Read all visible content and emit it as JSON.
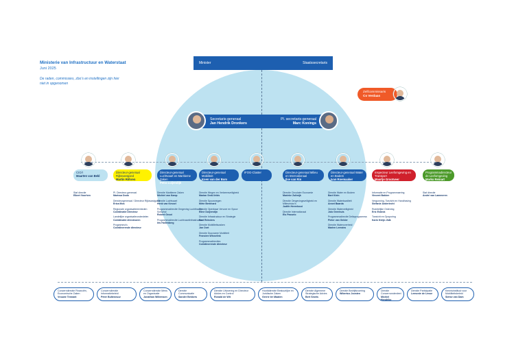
{
  "header": {
    "title": "Ministerie van Infrastructuur en Waterstaat",
    "date": "Juni 2025",
    "note": "De raden, commissies, zbo’s en instellingen zijn hier niet in opgenomen"
  },
  "top": {
    "left": "Minister",
    "right": "Staatssecretaris"
  },
  "secretaries": {
    "sg": {
      "role": "Secretaris-generaal",
      "name": "Jan Hendrik Dronkers"
    },
    "psg": {
      "role": "Pl. secretaris-generaal",
      "name": "Marc Konings"
    }
  },
  "toezicht": {
    "role": "Zelfcommissaris",
    "name": "Co Verdaas"
  },
  "departments": [
    {
      "role": "CIO/I",
      "name": "Maarten van Bekl",
      "color": "lightblue"
    },
    {
      "role": "Directeur-generaal Rijksvastgoed",
      "name": "Martin Röhren",
      "color": "yellow"
    },
    {
      "role": "Directeur-generaal Luchtvaart en Maritieme Zaken",
      "name": "Petra Luijendijk",
      "color": "blue"
    },
    {
      "role": "Directeur-generaal Mobiliteit",
      "name": "Koen van der Bom",
      "color": "blue"
    },
    {
      "role": "IFOG-Cluster",
      "name": "",
      "color": "blue"
    },
    {
      "role": "Directeur-generaal Milieu en Internationaal",
      "name": "Ilse van Rin",
      "color": "blue"
    },
    {
      "role": "Directeur-generaal Water en Bodem",
      "name": "Ivan Roemaaker",
      "color": "blue"
    },
    {
      "role": "Inspecteur Leefomgeving en Transport",
      "name": "Maartje Grootveer",
      "color": "red"
    },
    {
      "role": "Programmadirecteur de Leefomgeving",
      "name": "Marko Reinart",
      "color": "green"
    }
  ],
  "subunits": [
    [
      {
        "role": "Staf directie",
        "name": "Elbert Voorhen"
      }
    ],
    [
      {
        "role": "Pl. Directeur-generaal",
        "name": "Marissa Dodo"
      },
      {
        "role": "Directeurgeneraal / Directeur Rijksvastgoed",
        "name": "Erica Mos"
      },
      {
        "role": "Regionale organisatieeenheden",
        "name": "Coördinatie Directeur"
      },
      {
        "role": "Landelijke organisatieonderdelen",
        "name": "Coördinatie directeuren"
      },
      {
        "role": "Programma's",
        "name": "Coördinerende directeur"
      }
    ],
    [
      {
        "role": "Directie Maritieme Zaken",
        "name": "Michiel van Kamp"
      },
      {
        "role": "Directie Luchtvaart",
        "name": "Henk van Kessel"
      },
      {
        "role": "Programmadirectie Omgeving Luchthaven Schiphol",
        "name": "Robert Groot"
      },
      {
        "role": "Programmadirectie Luchtvaartinfrastructuur",
        "name": "Iris Hollenberg"
      }
    ],
    [
      {
        "role": "Directie Wegen en Verkeersveiligheid",
        "name": "Marian Smit-Velds"
      },
      {
        "role": "Directie Spoorwegen",
        "name": "Mirte Bernhard"
      },
      {
        "role": "Directie Openbaar Vervoer en Spoor",
        "name": "Eline Duijvestijn"
      },
      {
        "role": "Directie Infrastructuur en Strategie",
        "name": "Bart Reinders"
      },
      {
        "role": "Directie Mobiliteitszaken",
        "name": "Jan Oort"
      },
      {
        "role": "Directie Duurzame Mobiliteit",
        "name": "Francien Wisselink"
      },
      {
        "role": "Programmadirecties",
        "name": "Coördinerende directeur"
      }
    ],
    [],
    [
      {
        "role": "Directie Circulaire Economie",
        "name": "Marieke Zuilwijk"
      },
      {
        "role": "Directie Omgevingsveiligheid en Milieurisico's",
        "name": "Judith Heerebout"
      },
      {
        "role": "Directie Internationaal",
        "name": "Els Passelo"
      }
    ],
    [
      {
        "role": "Directie Water en Bodem",
        "name": "Bart Klein"
      },
      {
        "role": "Directie Waterkwaliteit",
        "name": "Annet Baarda"
      },
      {
        "role": "Directie Waterveiligheid",
        "name": "Jolo Grenhuis"
      },
      {
        "role": "Programmadirectie Deltaprogramma",
        "name": "Pieter van Gelder"
      },
      {
        "role": "Directie Wateroverheid",
        "name": "Marien Lemstra"
      }
    ],
    [
      {
        "role": "Informatie en Programmaering",
        "name": "Vincent Bakker"
      },
      {
        "role": "Vergunning, Toezicht en Handhaving",
        "name": "Stefanie Anderlecht"
      },
      {
        "role": "Ruimtelijke Ordening",
        "name": "Eric Esbrok"
      },
      {
        "role": "Toezicht en Opsporing",
        "name": "Karin Kleijn-Valk"
      }
    ],
    [
      {
        "role": "Staf directie",
        "name": "André van Lammeren"
      }
    ]
  ],
  "bottom": [
    {
      "role": "Concerndirectie Financiën, Economische Zaken",
      "name": "Vrouwe Tennant"
    },
    {
      "role": "Concerndirectie Informatiebeleid",
      "name": "Peter Bulteneuur"
    },
    {
      "role": "Concerndirectie Mens en Organisatie",
      "name": "Jonathan Willemsen"
    },
    {
      "role": "Directie Communicatie",
      "name": "Sander Bekkers"
    },
    {
      "role": "Directie Uitvoering en Directeur Advies en Control",
      "name": "Ronald de Wit"
    },
    {
      "role": "Hoofddirectie Bestuurlijke en Juridische Zaken",
      "name": "Gerrie ter Maaten"
    },
    {
      "role": "Directie Algemene Strategische Advies",
      "name": "Bert Smets"
    },
    {
      "role": "Directie Bedrijfsvoering",
      "name": "Wibertus Joosten"
    },
    {
      "role": "Directie Concernonderdeel",
      "name": "Michiel Hendrikx"
    },
    {
      "role": "Directie Participatie",
      "name": "Lemonie de Lesse"
    },
    {
      "role": "Kennisinstituut voor Mobiliteitsbeleid",
      "name": "Sietse van Dam"
    }
  ]
}
